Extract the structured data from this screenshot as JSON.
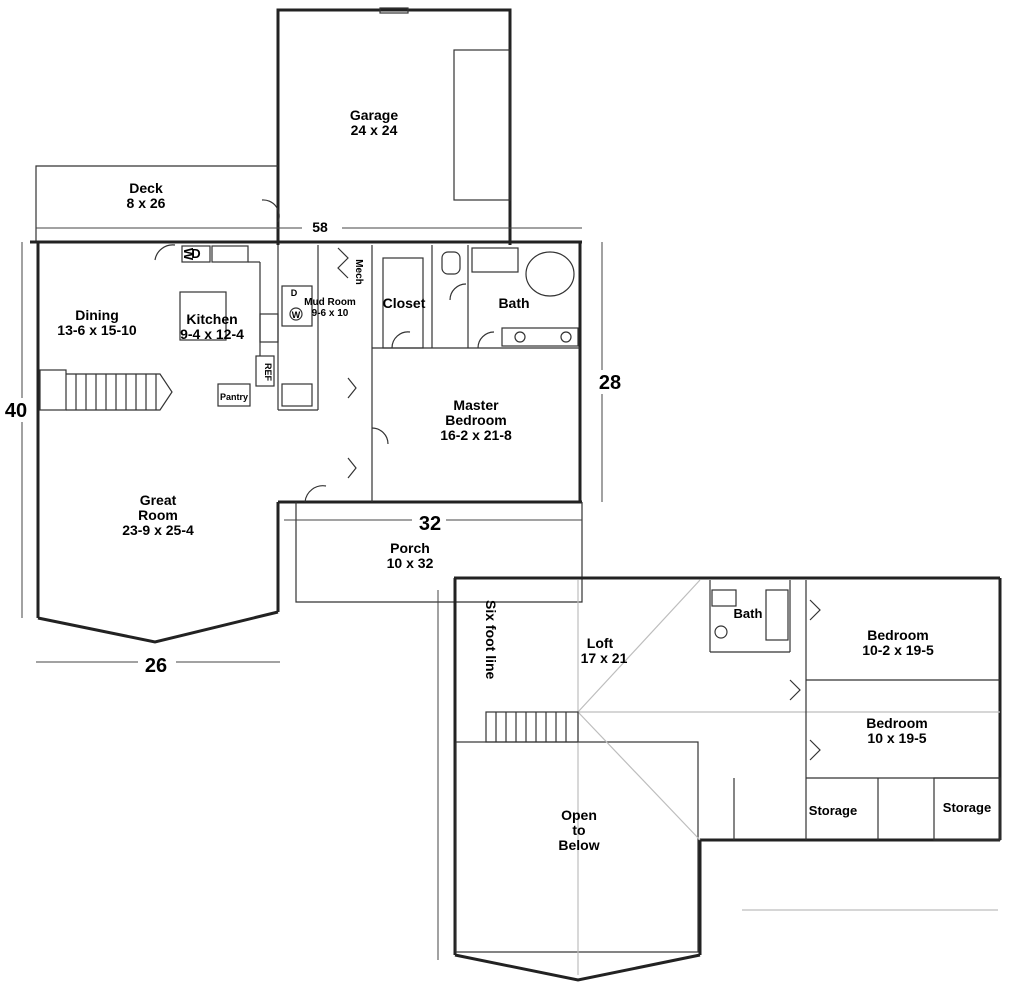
{
  "main_floor": {
    "garage": {
      "name": "Garage",
      "size": "24 x 24"
    },
    "deck": {
      "name": "Deck",
      "size": "8 x 26"
    },
    "dining": {
      "name": "Dining",
      "size": "13-6 x 15-10"
    },
    "kitchen": {
      "name": "Kitchen",
      "size": "9-4 x 12-4"
    },
    "mud_room": {
      "name": "Mud Room",
      "size": "9-6 x 10"
    },
    "mech": {
      "name": "Mech"
    },
    "closet": {
      "name": "Closet"
    },
    "bath": {
      "name": "Bath"
    },
    "master": {
      "line1": "Master",
      "line2": "Bedroom",
      "size": "16-2 x 21-8"
    },
    "great_room": {
      "line1": "Great",
      "line2": "Room",
      "size": "23-9 x 25-4"
    },
    "porch": {
      "name": "Porch",
      "size": "10 x 32"
    },
    "pantry": {
      "name": "Pantry"
    },
    "fixtures": {
      "dryer": "D",
      "washer": "W",
      "ref": "REF",
      "mud_d": "D",
      "mud_w": "W"
    }
  },
  "dimensions": {
    "top": "58",
    "right": "28",
    "left": "40",
    "porch_width": "32",
    "bottom": "26"
  },
  "upper_floor": {
    "loft": {
      "name": "Loft",
      "size": "17 x 21"
    },
    "six_foot_line": "Six foot line",
    "bath": {
      "name": "Bath"
    },
    "bedroom1": {
      "name": "Bedroom",
      "size": "10-2 x 19-5"
    },
    "bedroom2": {
      "name": "Bedroom",
      "size": "10 x 19-5"
    },
    "storage1": {
      "name": "Storage"
    },
    "storage2": {
      "name": "Storage"
    },
    "open_below": {
      "line1": "Open",
      "line2": "to",
      "line3": "Below"
    }
  }
}
